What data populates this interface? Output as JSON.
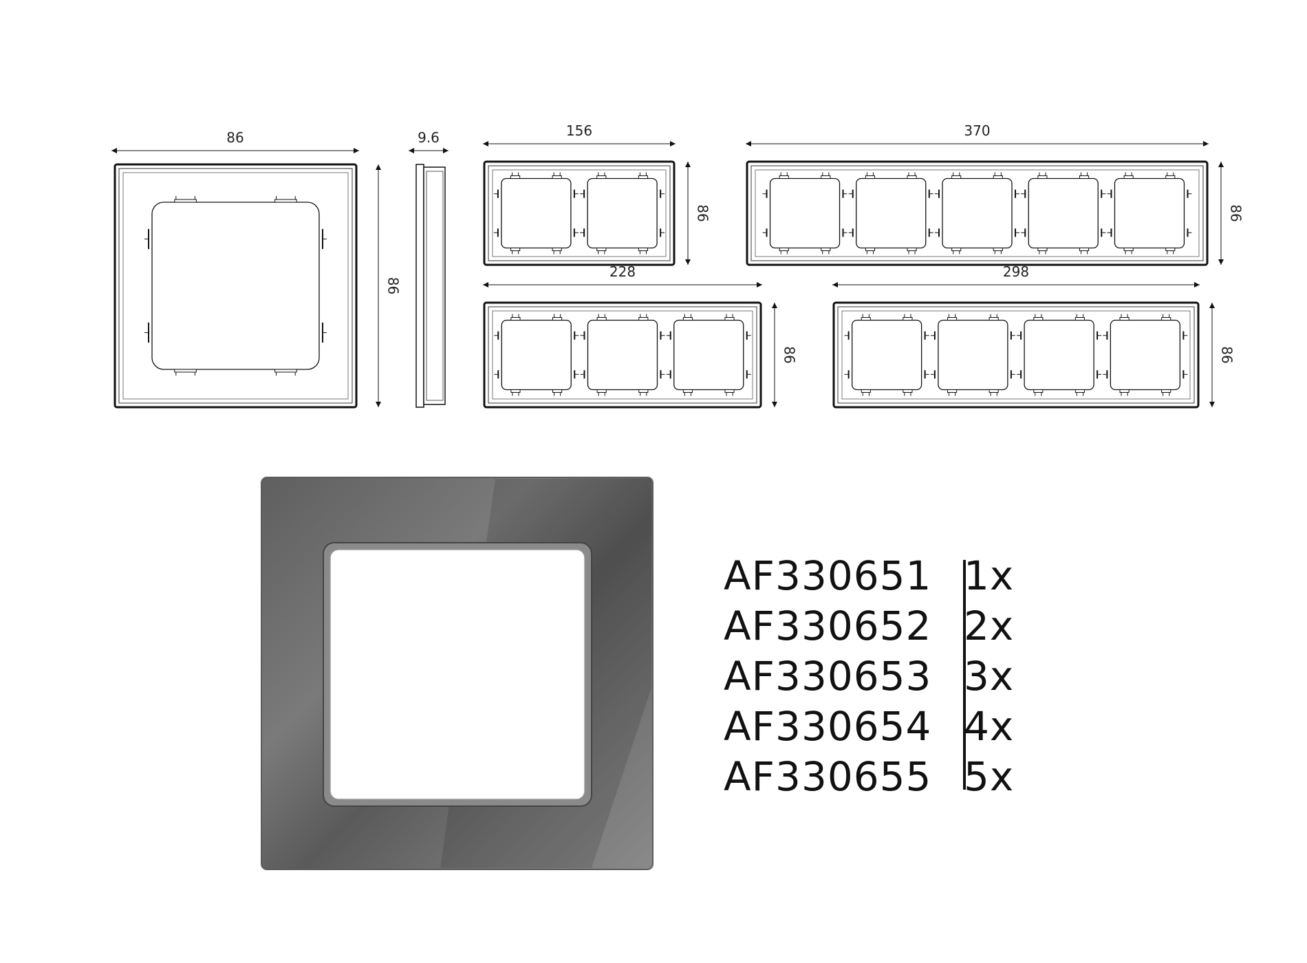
{
  "drawings": {
    "single_frame": {
      "width_label": "86",
      "height_label": "86",
      "modules": 1
    },
    "side_view": {
      "depth_label": "9.6"
    },
    "frames": [
      {
        "id": "2x",
        "width_label": "156",
        "height_label": "86",
        "modules": 2
      },
      {
        "id": "5x",
        "width_label": "370",
        "height_label": "86",
        "modules": 5
      },
      {
        "id": "3x",
        "width_label": "228",
        "height_label": "86",
        "modules": 3
      },
      {
        "id": "4x",
        "width_label": "298",
        "height_label": "86",
        "modules": 4
      }
    ]
  },
  "photo": {
    "glass_color": "#6e6e6e",
    "opening_color": "#ffffff"
  },
  "products": [
    {
      "code": "AF330651",
      "qty": "1x"
    },
    {
      "code": "AF330652",
      "qty": "2x"
    },
    {
      "code": "AF330653",
      "qty": "3x"
    },
    {
      "code": "AF330654",
      "qty": "4x"
    },
    {
      "code": "AF330655",
      "qty": "5x"
    }
  ]
}
